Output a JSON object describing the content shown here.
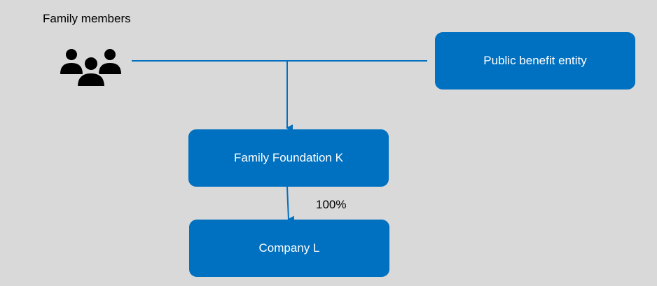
{
  "nodes": {
    "family_members": {
      "label": "Family members",
      "icon": "people-icon"
    },
    "public_benefit": {
      "label": "Public benefit entity"
    },
    "foundation": {
      "label": "Family Foundation K"
    },
    "company": {
      "label": "Company L"
    }
  },
  "edges": {
    "foundation_to_company": {
      "label": "100%"
    }
  },
  "colors": {
    "background": "#d9d9d9",
    "box_fill": "#0070c0",
    "line": "#0070c0",
    "box_text": "#ffffff"
  }
}
